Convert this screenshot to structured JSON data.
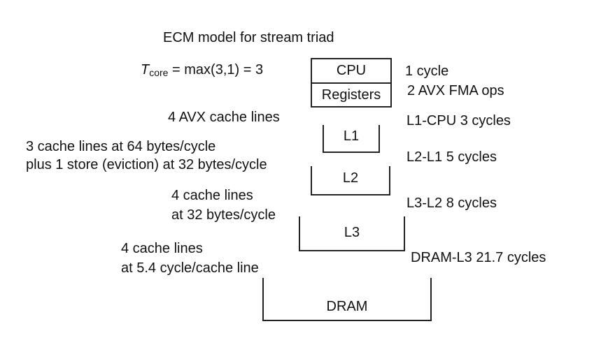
{
  "title": "ECM model for stream triad",
  "tcore": {
    "symbol": "T",
    "subscript": "core",
    "expression": "= max(3,1) = 3"
  },
  "cpu": {
    "label": "CPU",
    "registers_label": "Registers"
  },
  "cpu_notes": {
    "cycle": "1 cycle",
    "fma": "2 AVX FMA ops"
  },
  "levels": {
    "l1": "L1",
    "l2": "L2",
    "l3": "L3",
    "dram": "DRAM"
  },
  "transfers_left": {
    "l1_cpu": "4 AVX cache lines",
    "l2_l1_line1": "3 cache lines at 64 bytes/cycle",
    "l2_l1_line2": "plus 1 store (eviction) at 32 bytes/cycle",
    "l3_l2_line1": "4 cache lines",
    "l3_l2_line2": "at 32 bytes/cycle",
    "dram_l3_line1": "4 cache lines",
    "dram_l3_line2": "at 5.4 cycle/cache line"
  },
  "transfers_right": {
    "l1_cpu": "L1-CPU 3 cycles",
    "l2_l1": "L2-L1 5 cycles",
    "l3_l2": "L3-L2 8 cycles",
    "dram_l3": "DRAM-L3 21.7 cycles"
  }
}
